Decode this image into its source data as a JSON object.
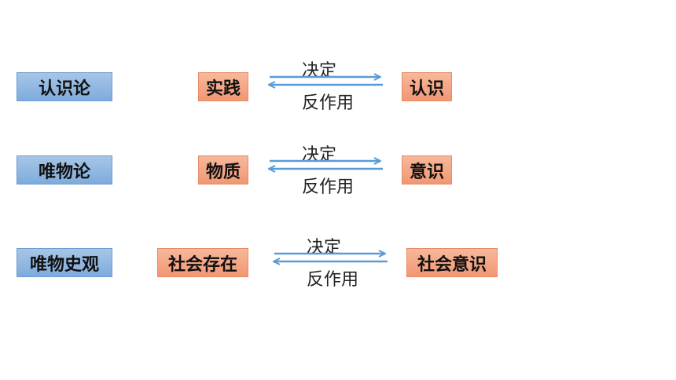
{
  "colors": {
    "category_box": "#8db4e2",
    "concept_box": "#f4a582",
    "arrow": "#5b9bd5"
  },
  "rows": [
    {
      "category": "认识论",
      "left": "实践",
      "right": "认识",
      "forward": "决定",
      "backward": "反作用"
    },
    {
      "category": "唯物论",
      "left": "物质",
      "right": "意识",
      "forward": "决定",
      "backward": "反作用"
    },
    {
      "category": "唯物史观",
      "left": "社会存在",
      "right": "社会意识",
      "forward": "决定",
      "backward": "反作用"
    }
  ]
}
